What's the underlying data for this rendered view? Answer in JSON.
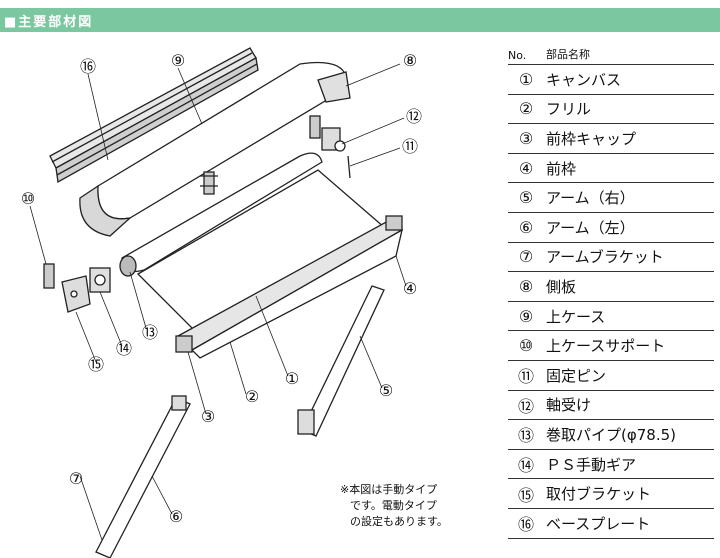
{
  "header": {
    "title": "■主要部材図"
  },
  "table": {
    "col_no": "No.",
    "col_name": "部品名称",
    "rows": [
      {
        "num": "①",
        "name": "キャンバス"
      },
      {
        "num": "②",
        "name": "フリル"
      },
      {
        "num": "③",
        "name": "前枠キャップ"
      },
      {
        "num": "④",
        "name": "前枠"
      },
      {
        "num": "⑤",
        "name": "アーム（右）"
      },
      {
        "num": "⑥",
        "name": "アーム（左）"
      },
      {
        "num": "⑦",
        "name": "アームブラケット"
      },
      {
        "num": "⑧",
        "name": "側板"
      },
      {
        "num": "⑨",
        "name": "上ケース"
      },
      {
        "num": "⑩",
        "name": "上ケースサポート"
      },
      {
        "num": "⑪",
        "name": "固定ピン"
      },
      {
        "num": "⑫",
        "name": "軸受け"
      },
      {
        "num": "⑬",
        "name": "巻取パイプ(φ78.5)"
      },
      {
        "num": "⑭",
        "name": "ＰＳ手動ギア"
      },
      {
        "num": "⑮",
        "name": "取付ブラケット"
      },
      {
        "num": "⑯",
        "name": "ベースプレート"
      }
    ]
  },
  "callouts": [
    "⑯",
    "⑨",
    "⑧",
    "⑫",
    "⑪",
    "⑩",
    "④",
    "⑬",
    "⑭",
    "⑮",
    "①",
    "②",
    "③",
    "⑤",
    "⑦",
    "⑥"
  ],
  "note": {
    "line1": "※本図は手動タイプ",
    "line2": "です。電動タイプ",
    "line3": "の設定もあります。"
  },
  "colors": {
    "header_bg": "#7ac7a0",
    "header_text": "#ffffff"
  }
}
